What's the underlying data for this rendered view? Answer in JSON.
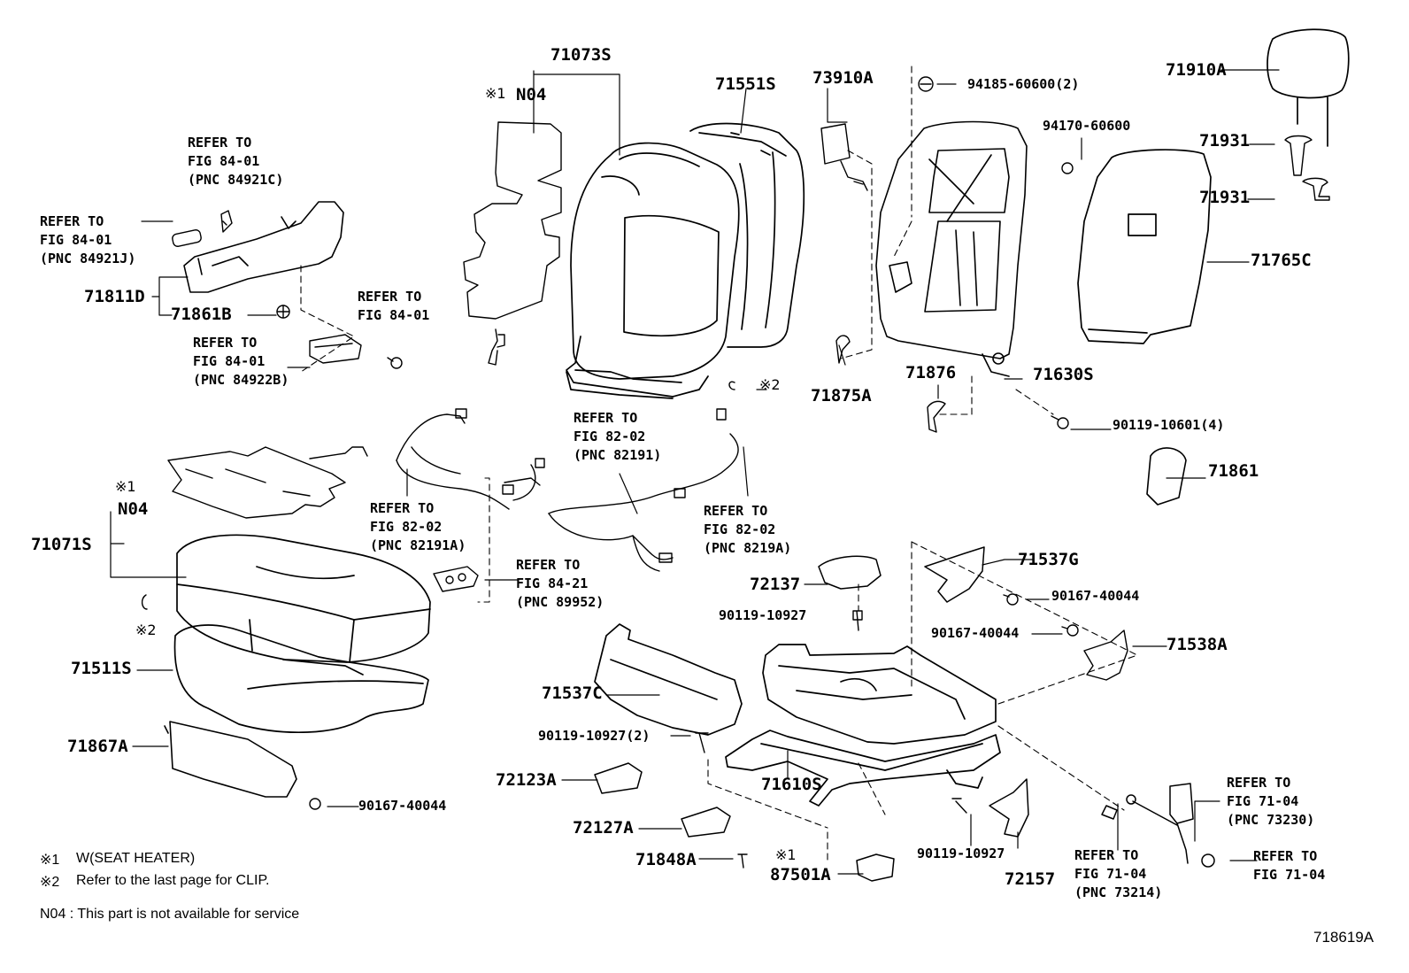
{
  "diagram": {
    "figure_code": "718619A",
    "parts": {
      "71073S": "71073S",
      "71551S": "71551S",
      "73910A": "73910A",
      "94185_60600": "94185-60600(2)",
      "71910A": "71910A",
      "94170_60600": "94170-60600",
      "71931_a": "71931",
      "71931_b": "71931",
      "71765C": "71765C",
      "71811D": "71811D",
      "71861B": "71861B",
      "71876": "71876",
      "71630S": "71630S",
      "71875A": "71875A",
      "90119_10601": "90119-10601(4)",
      "71861": "71861",
      "71071S": "71071S",
      "N04_top": "N04",
      "N04_mid": "N04",
      "71537G": "71537G",
      "72137": "72137",
      "90167_40044_a": "90167-40044",
      "90119_10927_a": "90119-10927",
      "90167_40044_b": "90167-40044",
      "71538A": "71538A",
      "71511S": "71511S",
      "71537C": "71537C",
      "90119_10927_2": "90119-10927(2)",
      "71867A": "71867A",
      "72123A": "72123A",
      "71610S": "71610S",
      "90167_40044_c": "90167-40044",
      "72127A": "72127A",
      "90119_10927_b": "90119-10927",
      "72157": "72157",
      "71848A": "71848A",
      "87501A": "87501A"
    },
    "marks": {
      "m1": "※1",
      "m2": "※2"
    },
    "refs": {
      "r1": [
        "REFER TO",
        "FIG 84-01",
        "(PNC 84921C)"
      ],
      "r2": [
        "REFER TO",
        "FIG 84-01",
        "(PNC 84921J)"
      ],
      "r3": [
        "REFER TO",
        "FIG 84-01"
      ],
      "r4": [
        "REFER TO",
        "FIG 84-01",
        "(PNC 84922B)"
      ],
      "r5": [
        "REFER TO",
        "FIG 82-02",
        "(PNC 82191)"
      ],
      "r6": [
        "REFER TO",
        "FIG 82-02",
        "(PNC 82191A)"
      ],
      "r7": [
        "REFER TO",
        "FIG 82-02",
        "(PNC 8219A)"
      ],
      "r8": [
        "REFER TO",
        "FIG 84-21",
        "(PNC 89952)"
      ],
      "r9": [
        "REFER TO",
        "FIG 71-04",
        "(PNC 73230)"
      ],
      "r10": [
        "REFER TO",
        "FIG 71-04",
        "(PNC 73214)"
      ],
      "r11": [
        "REFER TO",
        "FIG 71-04"
      ]
    },
    "notes": {
      "n1_mark": "※1",
      "n1_text": "W(SEAT  HEATER)",
      "n2_mark": "※2",
      "n2_text": "Refer to the last page for CLIP.",
      "n3": "N04 : This part is not available for service"
    }
  }
}
